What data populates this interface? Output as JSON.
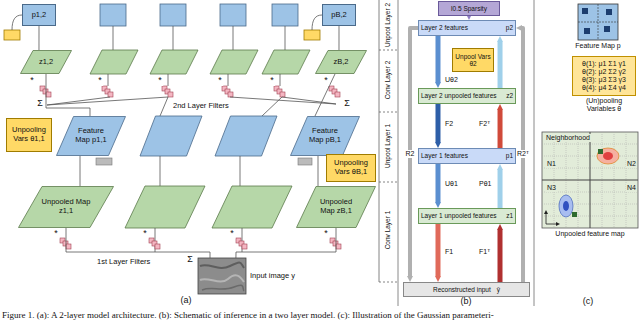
{
  "diagram": {
    "caption": "Figure 1. (a): A 2-layer model architecture. (b): Schematic of inference in a two layer model. (c): Illustration of the Gaussian parameteri-",
    "nodes": [
      {
        "text": [
          "p1,2"
        ]
      },
      {
        "text": [
          "pB,2"
        ]
      },
      {
        "text": [
          "z1,2"
        ]
      },
      {
        "text": [
          "zB,2"
        ]
      },
      {
        "text": [
          "Unpooling Vars θ1,1"
        ]
      },
      {
        "text": [
          "Feature Map p1,1"
        ]
      },
      {
        "text": [
          "Feature Map pB,1"
        ]
      },
      {
        "text": [
          "Unpooling Vars θB,1"
        ]
      },
      {
        "text": [
          "Unpooled Map z1,1"
        ]
      },
      {
        "text": [
          "Unpooled Map zB,1"
        ]
      },
      {
        "text": [
          "Input image y"
        ]
      },
      {
        "text": [
          "l0.5 Sparsity"
        ]
      },
      {
        "text": [
          "Layer 2 features",
          "p2"
        ]
      },
      {
        "text": [
          "Unpool Vars θ2"
        ]
      },
      {
        "text": [
          "Layer 2 unpooled features",
          "z2"
        ]
      },
      {
        "text": [
          "Layer 1 features",
          "p1"
        ]
      },
      {
        "text": [
          "Layer 1 unpooled features",
          "z1"
        ]
      },
      {
        "text": [
          "Reconstructed input",
          "ŷ"
        ]
      },
      {
        "text": [
          "Feature Map p"
        ]
      },
      {
        "text": [
          "θ(1): μ1 Σ1 γ1",
          "θ(2): μ2 Σ2 γ2",
          "θ(3): μ3 Σ3 γ3",
          "θ(4): μ4 Σ4 γ4",
          "(Un)pooling Variables θ"
        ]
      },
      {
        "text": [
          "Unpooled feature map"
        ]
      }
    ],
    "edges": [
      {
        "from": 0,
        "to": 2,
        "arrow": "none"
      },
      {
        "from": 1,
        "to": 3,
        "arrow": "none"
      },
      {
        "from": 2,
        "to": 5,
        "arrow": "none"
      },
      {
        "from": 3,
        "to": 6,
        "arrow": "none"
      },
      {
        "from": 5,
        "to": 8,
        "arrow": "none"
      },
      {
        "from": 6,
        "to": 9,
        "arrow": "none"
      },
      {
        "from": 8,
        "to": 10,
        "arrow": "none"
      },
      {
        "from": 9,
        "to": 10,
        "arrow": "none"
      },
      {
        "from": 11,
        "to": 12,
        "arrow": "to"
      },
      {
        "from": 12,
        "to": 14,
        "label": "Uθ2",
        "arrow": "to"
      },
      {
        "from": 14,
        "to": 12,
        "arrow": "to"
      },
      {
        "from": 14,
        "to": 15,
        "label": "F2",
        "arrow": "to"
      },
      {
        "from": 15,
        "to": 14,
        "label": "F2ᵀ",
        "arrow": "to"
      },
      {
        "from": 15,
        "to": 16,
        "label": "Uθ1",
        "arrow": "to"
      },
      {
        "from": 16,
        "to": 15,
        "label": "Pθ1",
        "arrow": "to"
      },
      {
        "from": 16,
        "to": 17,
        "label": "F1",
        "arrow": "to"
      },
      {
        "from": 17,
        "to": 16,
        "label": "F1ᵀ",
        "arrow": "to"
      },
      {
        "from": 12,
        "to": 17,
        "label": "R2",
        "arrow": "to"
      },
      {
        "from": 17,
        "to": 12,
        "label": "R2ᵀ",
        "arrow": "to"
      }
    ],
    "labels": [
      "Unpool Layer 2",
      "Conv Layer 2",
      "Unpool Layer 1",
      "Conv Layer 1",
      "*",
      "*",
      "*",
      "*",
      "*",
      "*",
      "Σ",
      "Σ",
      "2nd Layer Filters",
      "*",
      "*",
      "*",
      "*",
      "Σ",
      "1st Layer Filters",
      "(a)",
      "(b)",
      "Neighborhood",
      "N1",
      "N2",
      "N3",
      "N4",
      "(c)"
    ]
  }
}
